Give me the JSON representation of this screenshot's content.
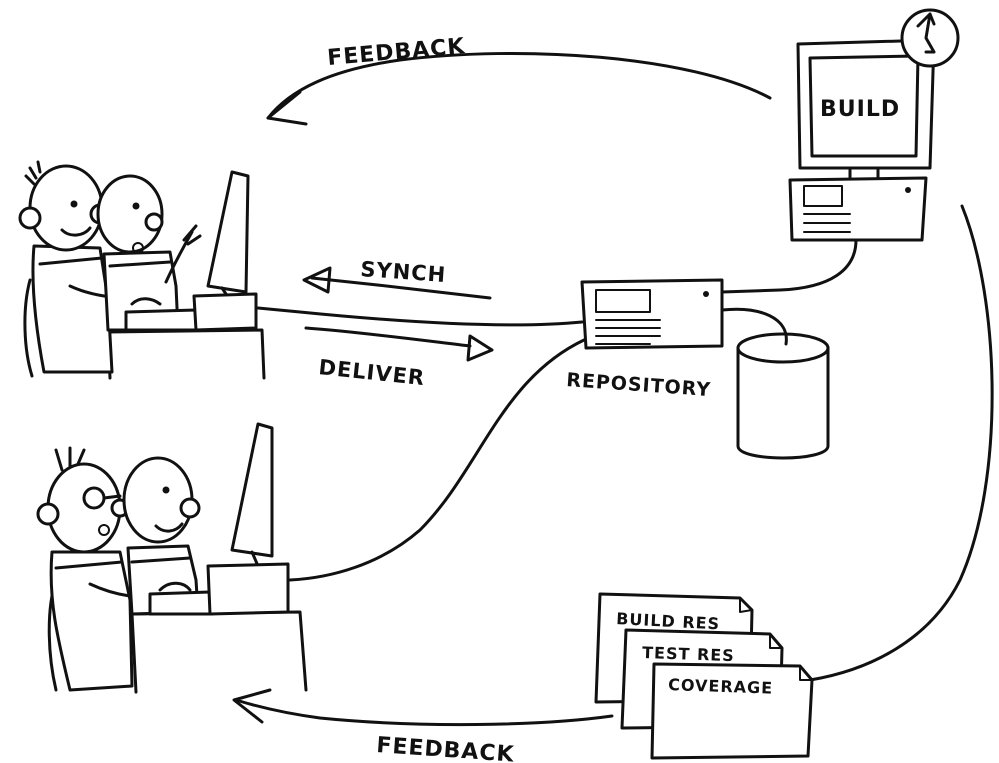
{
  "labels": {
    "feedback_top": "FEEDBACK",
    "feedback_bottom": "FEEDBACK",
    "build": "BUILD",
    "synch": "SYNCH",
    "deliver": "DELIVER",
    "repository": "REPOSITORY",
    "build_res": "BUILD RES",
    "test_res": "TEST RES",
    "coverage": "COVERAGE"
  }
}
